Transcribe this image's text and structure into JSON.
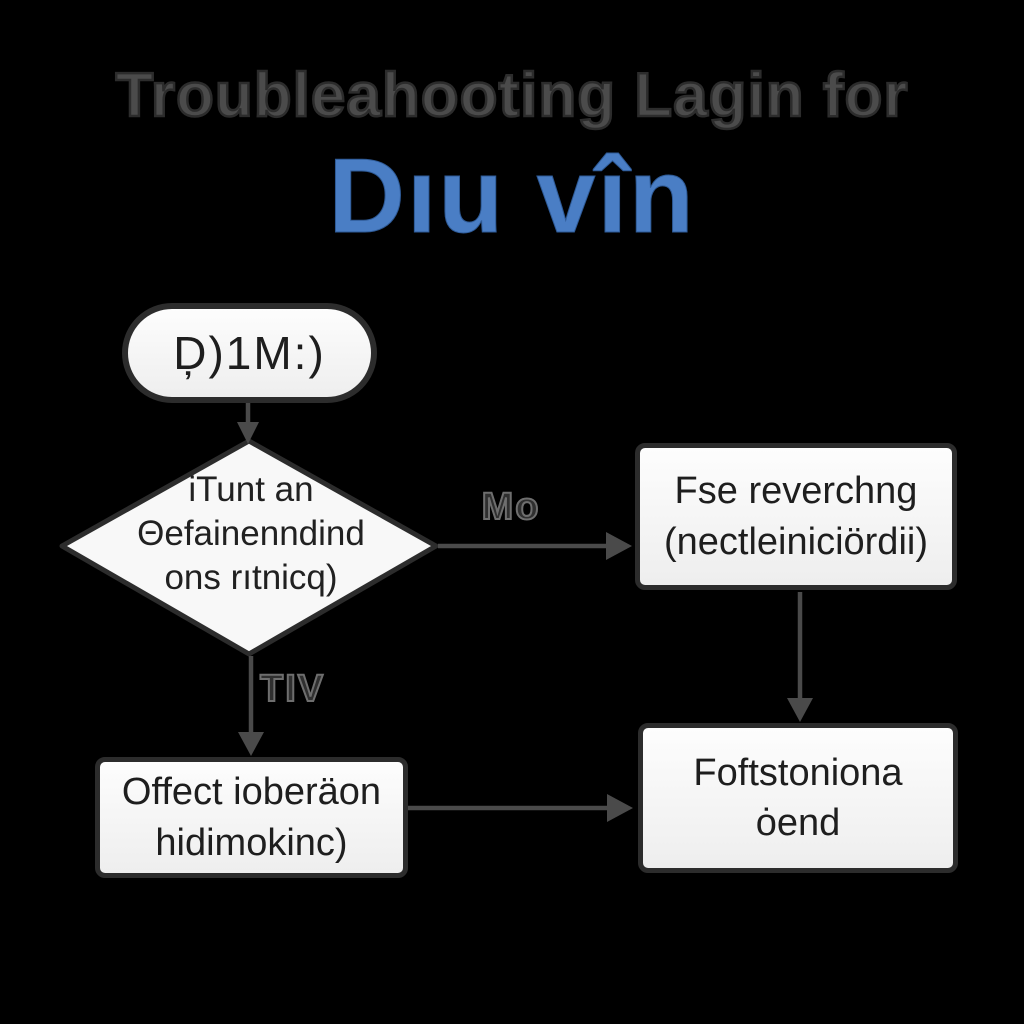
{
  "title": {
    "line1": "Troubleahooting Lagin for",
    "line2": "Dıu vîn"
  },
  "colors": {
    "background": "#000000",
    "title_gray": "#4b4b4b",
    "title_blue": "#4a7ec5",
    "node_fill": "#f7f7f7",
    "node_border": "#2c2c2c",
    "arrow": "#4a4a4a",
    "edge_label_gray": "#5e5e5e",
    "node_text": "#1e1e1e"
  },
  "nodes": {
    "start": {
      "text": "Ḑ)1M:)"
    },
    "decision": {
      "lines": [
        "iTunt an",
        "Θefainenndind",
        "ons rıtnicq)"
      ]
    },
    "top_right": {
      "lines": [
        "Fse reverchng",
        "(nectleiniciördii)"
      ]
    },
    "bottom_left": {
      "lines": [
        "Offect ioberäon",
        "hidimokinc)"
      ]
    },
    "bottom_right": {
      "lines": [
        "Foftstoniona",
        "ȯend"
      ]
    }
  },
  "edge_labels": {
    "no": "Mo",
    "yes": "TIV"
  }
}
